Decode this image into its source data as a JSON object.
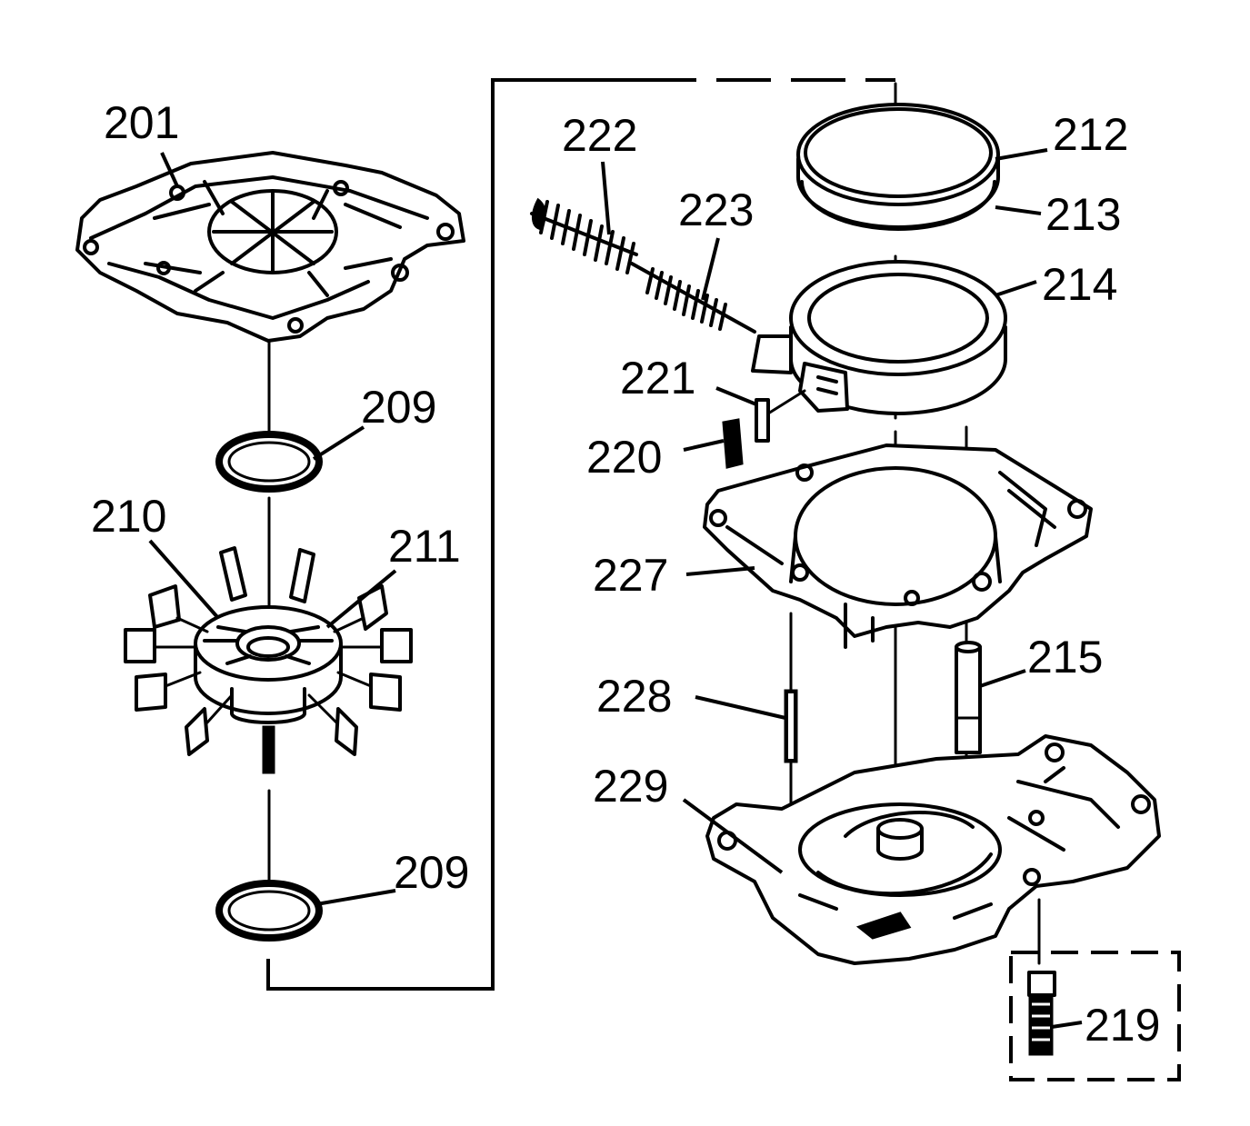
{
  "labels": {
    "l201": "201",
    "l209a": "209",
    "l210": "210",
    "l211": "211",
    "l209b": "209",
    "l222": "222",
    "l223": "223",
    "l212": "212",
    "l213": "213",
    "l214": "214",
    "l221": "221",
    "l220": "220",
    "l227": "227",
    "l215": "215",
    "l228": "228",
    "l229": "229",
    "l219": "219"
  }
}
